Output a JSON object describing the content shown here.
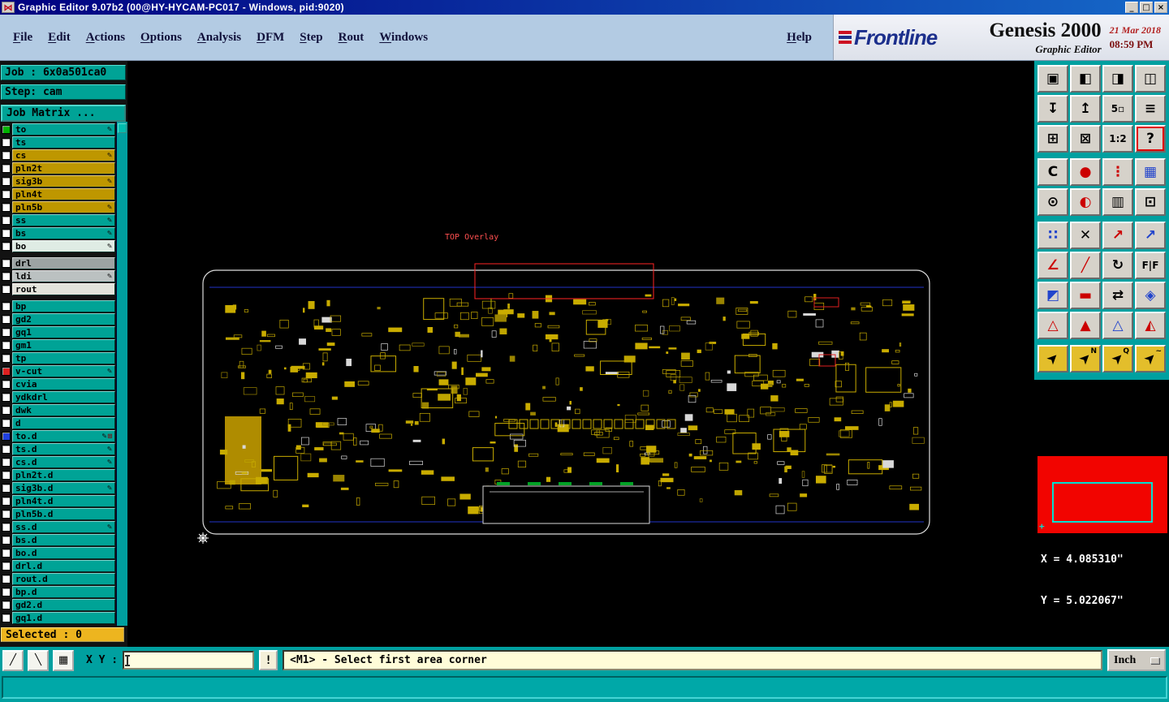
{
  "window": {
    "title": "Graphic Editor 9.07b2 (00@HY-HYCAM-PC017 - Windows, pid:9020)",
    "icons": {
      "app": "⋈",
      "minimize": "_",
      "maximize": "□",
      "close": "×"
    }
  },
  "menu": {
    "items": [
      {
        "label": "File",
        "u": 0
      },
      {
        "label": "Edit",
        "u": 0
      },
      {
        "label": "Actions",
        "u": 0
      },
      {
        "label": "Options",
        "u": 0
      },
      {
        "label": "Analysis",
        "u": 0
      },
      {
        "label": "DFM",
        "u": 0
      },
      {
        "label": "Step",
        "u": 0
      },
      {
        "label": "Rout",
        "u": 0
      },
      {
        "label": "Windows",
        "u": 0
      }
    ],
    "help": {
      "label": "Help",
      "u": 0
    }
  },
  "brand": {
    "logo": "Frontline",
    "product": "Genesis 2000",
    "subtitle": "Graphic Editor",
    "date": "21 Mar 2018",
    "time": "08:59 PM"
  },
  "job": {
    "job": "Job : 6x0a501ca0",
    "step": "Step: cam",
    "matrix": "Job Matrix ..."
  },
  "layers": {
    "selected": "Selected : 0",
    "rows": [
      {
        "name": "to",
        "bg": "teal",
        "chip": "#00B400",
        "pen": true
      },
      {
        "name": "ts",
        "bg": "teal"
      },
      {
        "name": "cs",
        "bg": "gold",
        "pen": true
      },
      {
        "name": "pln2t",
        "bg": "gold"
      },
      {
        "name": "sig3b",
        "bg": "gold",
        "pen": true
      },
      {
        "name": "pln4t",
        "bg": "gold"
      },
      {
        "name": "pln5b",
        "bg": "gold",
        "pen": true
      },
      {
        "name": "ss",
        "bg": "teal",
        "pen": true
      },
      {
        "name": "bs",
        "bg": "teal",
        "pen": true
      },
      {
        "name": "bo",
        "bg": "light",
        "pen": true
      },
      {
        "name": "drl",
        "bg": "gray1",
        "gap": true
      },
      {
        "name": "ldi",
        "bg": "gray2",
        "pen": true
      },
      {
        "name": "rout",
        "bg": "silver"
      },
      {
        "name": "bp",
        "bg": "teal",
        "gap": true
      },
      {
        "name": "gd2",
        "bg": "teal"
      },
      {
        "name": "gq1",
        "bg": "teal"
      },
      {
        "name": "gm1",
        "bg": "teal"
      },
      {
        "name": "tp",
        "bg": "teal"
      },
      {
        "name": "v-cut",
        "bg": "teal",
        "chip": "#E02020",
        "pen": true
      },
      {
        "name": "cvia",
        "bg": "teal"
      },
      {
        "name": "ydkdrl",
        "bg": "teal"
      },
      {
        "name": "dwk",
        "bg": "teal"
      },
      {
        "name": "d",
        "bg": "teal"
      },
      {
        "name": "to.d",
        "bg": "teal",
        "chip": "#2040E0",
        "pen": true,
        "extra": "⊞"
      },
      {
        "name": "ts.d",
        "bg": "teal",
        "pen": true
      },
      {
        "name": "cs.d",
        "bg": "teal",
        "pen": true
      },
      {
        "name": "pln2t.d",
        "bg": "teal"
      },
      {
        "name": "sig3b.d",
        "bg": "teal",
        "pen": true
      },
      {
        "name": "pln4t.d",
        "bg": "teal"
      },
      {
        "name": "pln5b.d",
        "bg": "teal"
      },
      {
        "name": "ss.d",
        "bg": "teal",
        "pen": true
      },
      {
        "name": "bs.d",
        "bg": "teal"
      },
      {
        "name": "bo.d",
        "bg": "teal"
      },
      {
        "name": "drl.d",
        "bg": "teal"
      },
      {
        "name": "rout.d",
        "bg": "teal"
      },
      {
        "name": "bp.d",
        "bg": "teal"
      },
      {
        "name": "gd2.d",
        "bg": "teal"
      },
      {
        "name": "gq1.d",
        "bg": "teal"
      }
    ]
  },
  "canvas": {
    "overlay_text": "TOP Overlay"
  },
  "toolbar": {
    "buttons": [
      {
        "name": "copy-screen-button",
        "glyph": "▣",
        "group": 1
      },
      {
        "name": "single-window-button",
        "glyph": "◧",
        "group": 1
      },
      {
        "name": "dual-window-button",
        "glyph": "◨",
        "group": 1
      },
      {
        "name": "tile-windows-button",
        "glyph": "◫",
        "group": 1
      },
      {
        "name": "pan-window-button",
        "glyph": "↧",
        "group": 1
      },
      {
        "name": "recall-window-button",
        "glyph": "↥",
        "group": 1
      },
      {
        "name": "five-windows-button",
        "glyph": "5▫",
        "group": 1
      },
      {
        "name": "stack-layers-button",
        "glyph": "≡",
        "group": 1
      },
      {
        "name": "zoom-out-button",
        "glyph": "⊞",
        "group": 1
      },
      {
        "name": "zoom-in-button",
        "glyph": "⊠",
        "group": 1
      },
      {
        "name": "zoom-ratio-button",
        "glyph": "1:2",
        "group": 1
      },
      {
        "name": "help-pointer-button",
        "glyph": "?",
        "group": 1,
        "active": true
      },
      {
        "name": "clear-highlight-button",
        "glyph": "C",
        "group": 2
      },
      {
        "name": "highlight-button",
        "glyph": "●",
        "group": 2,
        "fg": "#cc0000"
      },
      {
        "name": "traffic-light-button",
        "glyph": "⋮",
        "group": 2,
        "fg": "#cc0000"
      },
      {
        "name": "color-grid-button",
        "glyph": "▦",
        "group": 2,
        "fg": "#2244cc"
      },
      {
        "name": "center-dot-button",
        "glyph": "⊙",
        "group": 2
      },
      {
        "name": "invert-view-button",
        "glyph": "◐",
        "group": 2,
        "fg": "#cc0000"
      },
      {
        "name": "barcode-button",
        "glyph": "▥",
        "group": 2
      },
      {
        "name": "frame-dot-button",
        "glyph": "⊡",
        "group": 2
      },
      {
        "name": "net-points-button",
        "glyph": "∷",
        "group": 3,
        "fg": "#2244cc"
      },
      {
        "name": "delete-measure-button",
        "glyph": "✕",
        "group": 3
      },
      {
        "name": "measure-red-button",
        "glyph": "↗",
        "group": 3,
        "fg": "#cc0000"
      },
      {
        "name": "measure-blue-button",
        "glyph": "↗",
        "group": 3,
        "fg": "#2244cc"
      },
      {
        "name": "angle-measure-button",
        "glyph": "∠",
        "group": 3,
        "fg": "#cc0000"
      },
      {
        "name": "diagonal-measure-button",
        "glyph": "╱",
        "group": 3,
        "fg": "#cc0000"
      },
      {
        "name": "rotate-button",
        "glyph": "↻",
        "group": 3
      },
      {
        "name": "flip-button",
        "glyph": "F|F",
        "group": 3
      },
      {
        "name": "corner-select-button",
        "glyph": "◩",
        "group": 3,
        "fg": "#2244cc"
      },
      {
        "name": "red-dash-button",
        "glyph": "▬",
        "group": 3,
        "fg": "#cc0000"
      },
      {
        "name": "swap-sides-button",
        "glyph": "⇄",
        "group": 3
      },
      {
        "name": "diamond-pad-button",
        "glyph": "◈",
        "group": 3,
        "fg": "#2244cc"
      },
      {
        "name": "triangle-outline-red-button",
        "glyph": "△",
        "group": 3,
        "fg": "#cc0000"
      },
      {
        "name": "triangle-filled-red-button",
        "glyph": "▲",
        "group": 3,
        "fg": "#cc0000"
      },
      {
        "name": "triangle-blue-button",
        "glyph": "△",
        "group": 3,
        "fg": "#2244cc"
      },
      {
        "name": "triangle-mixed-button",
        "glyph": "◭",
        "group": 3,
        "fg": "#cc0000"
      },
      {
        "name": "select-arrow-button",
        "glyph": "➤",
        "group": 4,
        "bg": "#E3BE2B",
        "rot": true
      },
      {
        "name": "select-arrow-n-button",
        "glyph": "➤",
        "group": 4,
        "bg": "#E3BE2B",
        "rot": true,
        "sub": "N"
      },
      {
        "name": "select-arrow-q-button",
        "glyph": "➤",
        "group": 4,
        "bg": "#E3BE2B",
        "rot": true,
        "sub": "Q"
      },
      {
        "name": "select-arrow-snap-button",
        "glyph": "➤",
        "group": 4,
        "bg": "#E3BE2B",
        "rot": true,
        "sub": "~"
      }
    ]
  },
  "navigator": {
    "x_readout": "X = 4.085310\"",
    "y_readout": "Y = 5.022067\""
  },
  "statusbar": {
    "tools": [
      {
        "name": "line-mode-tool",
        "glyph": "╱"
      },
      {
        "name": "ruler-mode-tool",
        "glyph": "╲"
      },
      {
        "name": "grid-snap-tool",
        "glyph": "▦"
      }
    ],
    "xy_label": "X Y :",
    "input_value": "",
    "bang": "!",
    "message": "<M1> - Select first area corner",
    "units": "Inch"
  },
  "colors": {
    "rows": {
      "teal": "#00A396",
      "gold": "#BE9700",
      "gray1": "#9CA3A3",
      "gray2": "#BBC1C1",
      "silver": "#E3E3DB",
      "light": "#DFECE4"
    },
    "logo_blue": "#1c2f8c",
    "logo_red": "#cc1122",
    "overlay_red": "#ff2424",
    "pcb_yellow": "#C9AC00"
  }
}
